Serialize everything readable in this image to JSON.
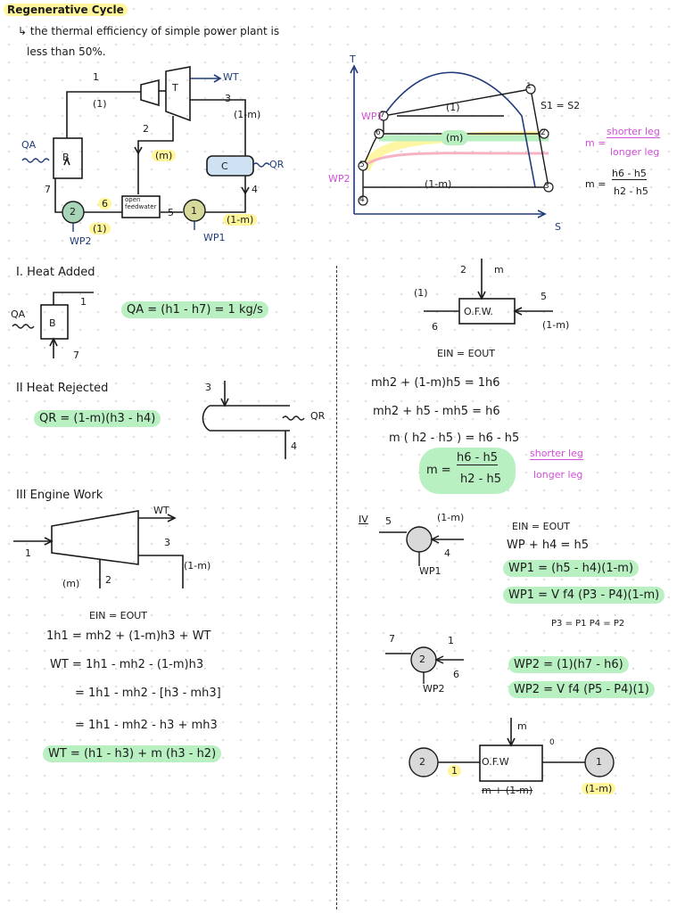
{
  "header": {
    "title": "Regenerative Cycle",
    "note_line1": "the thermal efficiency of simple power plant is",
    "note_line2": "less  than 50%."
  },
  "schematic": {
    "pt1": "1",
    "flow1": "(1)",
    "turbine": "T",
    "wt": "WT",
    "pt3": "3",
    "flow1m": "(1-m)",
    "pt2": "2",
    "flowm": "(m)",
    "qa": "QA",
    "boiler": "B",
    "condenser": "C",
    "qr": "QR",
    "pt4": "4",
    "pt7": "7",
    "pump2": "2",
    "pt6": "6",
    "ofw_l1": "open",
    "ofw_l2": "feedwater",
    "pt5": "5",
    "pump1": "1",
    "flow1m_b": "(1-m)",
    "flow1_b": "(1)",
    "wp2": "WP2",
    "wp1": "WP1"
  },
  "ts": {
    "t": "T",
    "s": "S",
    "s_eq": "S1 = S2",
    "one": "(1)",
    "m": "(m)",
    "one_m": "(1-m)",
    "wp1": "WP1",
    "wp2": "WP2",
    "n1": "1",
    "n2": "2",
    "n3": "3",
    "n4": "4",
    "n5": "5",
    "n6": "6",
    "n7": "7"
  },
  "ratio": {
    "m1": "m =",
    "shorter": "shorter leg",
    "longer": "longer leg",
    "m2": "m =",
    "num": "h6 - h5",
    "den": "h2 - h5"
  },
  "sec1": {
    "title": "I.  Heat Added",
    "qa": "QA",
    "b": "B",
    "pt1": "1",
    "pt7": "7",
    "eq": "QA = (h1 - h7) = 1 kg/s"
  },
  "sec2": {
    "title": "II  Heat Rejected",
    "eq": "QR = (1-m)(h3 - h4)",
    "pt3": "3",
    "pt4": "4",
    "qr": "QR"
  },
  "sec3": {
    "title": "III  Engine Work",
    "wt": "WT",
    "pt1": "1",
    "pt3": "3",
    "flow1m": "(1-m)",
    "flowm": "(m)",
    "pt2": "2",
    "ein": "EIN  =  EOUT",
    "l1": "1h1  =  mh2  +  (1-m)h3  + WT",
    "l2": "WT  =  1h1 - mh2  -  (1-m)h3",
    "l3": "=  1h1 - mh2 - [h3 - mh3]",
    "l4": "=  1h1 - mh2 - h3 + mh3",
    "l5": "WT = (h1 - h3) + m (h3 - h2)"
  },
  "ofw": {
    "pt2": "2",
    "m": "m",
    "flow1": "(1)",
    "pt5": "5",
    "box": "O.F.W.",
    "pt6": "6",
    "flow1m": "(1-m)",
    "ein": "EIN  =  EOUT",
    "l1": "mh2  +  (1-m)h5  =  1h6",
    "l2": "mh2  +  h5  -  mh5  =  h6",
    "l3": "m ( h2 - h5 )  =  h6 - h5",
    "m_eq": "m =",
    "num": "h6 - h5",
    "den": "h2 - h5",
    "shorter": "shorter leg",
    "longer": "longer leg"
  },
  "sec4": {
    "title": "IV",
    "pt5": "5",
    "flow1m": "(1-m)",
    "pt4": "4",
    "wp1": "WP1",
    "ein": "EIN  =  EOUT",
    "e1": "WP + h4  =  h5",
    "e2": "WP1 = (h5 - h4)(1-m)",
    "e3": "WP1 = V f4 (P3 - P4)(1-m)",
    "e4": "P3 = P1     P4 = P2",
    "pt7": "7",
    "pt1": "1",
    "pt6": "6",
    "p2": "2",
    "wp2": "WP2",
    "e5": "WP2 = (1)(h7 - h6)",
    "e6": "WP2 = V f4 (P5 - P4)(1)"
  },
  "bottom": {
    "m": "m",
    "c2": "2",
    "box": "O.F.W",
    "c1": "1",
    "flow1": "1",
    "zero": "0",
    "flow1m": "(1-m)",
    "strike": "m + (1-m)"
  }
}
